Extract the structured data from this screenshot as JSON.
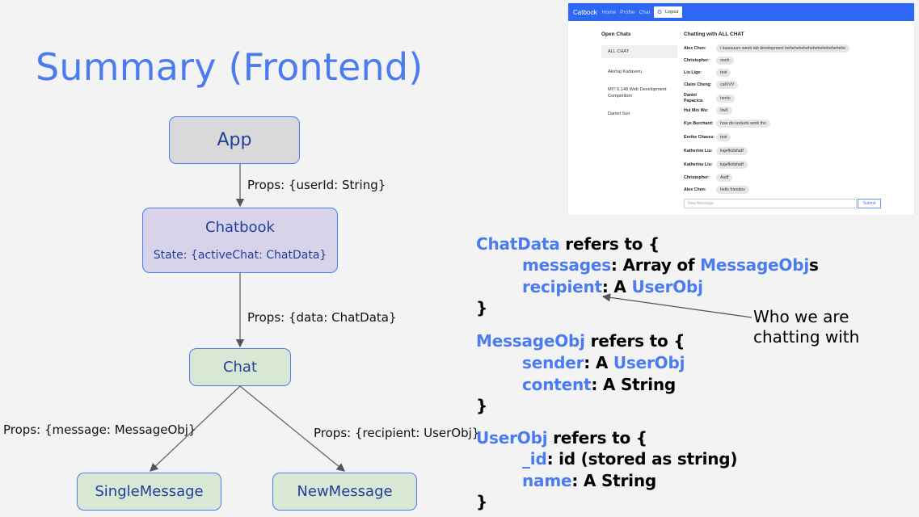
{
  "title": "Summary (Frontend)",
  "tree": {
    "app": "App",
    "chatbook": "Chatbook",
    "chatbook_state": "State: {activeChat: ChatData}",
    "chat": "Chat",
    "single_message": "SingleMessage",
    "new_message": "NewMessage",
    "edge_app_chatbook": "Props: {userId: String}",
    "edge_chatbook_chat": "Props: {data: ChatData}",
    "edge_chat_single": "Props: {message: MessageObj}",
    "edge_chat_new": "Props: {recipient: UserObj}"
  },
  "screenshot": {
    "brand": "Catbook",
    "nav_links": [
      "Home",
      "Profile",
      "Chat"
    ],
    "logout": "Logout",
    "google_g": "G",
    "open_chats_title": "Open Chats",
    "open_chats": [
      "ALL CHAT",
      "Akshaj Kadaveru",
      "MIT 6.148 Web Development Competition",
      "Daniel Sun"
    ],
    "chatting_title": "Chatting with ALL CHAT",
    "messages": [
      {
        "sender": "Alex Chen:",
        "content": "i luuuuuurv weeb lab development hehehehehehehehehehehehehe"
      },
      {
        "sender": "Christopher:",
        "content": "oooh"
      },
      {
        "sender": "Liu Lige:",
        "content": "test"
      },
      {
        "sender": "Claire Cheng:",
        "content": "catVVV"
      },
      {
        "sender": "Daniel Papacica:",
        "content": "henlo"
      },
      {
        "sender": "Hui Min Wu:",
        "content": "0w0"
      },
      {
        "sender": "Kye Burchard:",
        "content": "how do sockets work tho"
      },
      {
        "sender": "Enrike Chavez:",
        "content": "test"
      },
      {
        "sender": "Katherine Liu:",
        "content": "kajefkldsfadf"
      },
      {
        "sender": "Katherine Liu:",
        "content": "kajefkldsfadf"
      },
      {
        "sender": "Christopher:",
        "content": "Asdf"
      },
      {
        "sender": "Alex Chen:",
        "content": "hello friendos"
      }
    ],
    "input_placeholder": "New Message",
    "submit_label": "Submit"
  },
  "code": {
    "chatdata_name": "ChatData",
    "refers_to": " refers to {",
    "messages_key": "messages",
    "messages_mid": ": Array of ",
    "messages_type": "MessageObj",
    "messages_suffix": "s",
    "recipient_key": "recipient",
    "a_prefix": ": A ",
    "userobj_name": "UserObj",
    "close": "}",
    "messageobj_name": "MessageObj",
    "sender_key": "sender",
    "content_key": "content",
    "string_type": "String",
    "id_key": "_id",
    "id_value": ": id (stored as string)",
    "name_key": "name"
  },
  "annotation": {
    "line1": "Who we are",
    "line2": "chatting with"
  }
}
